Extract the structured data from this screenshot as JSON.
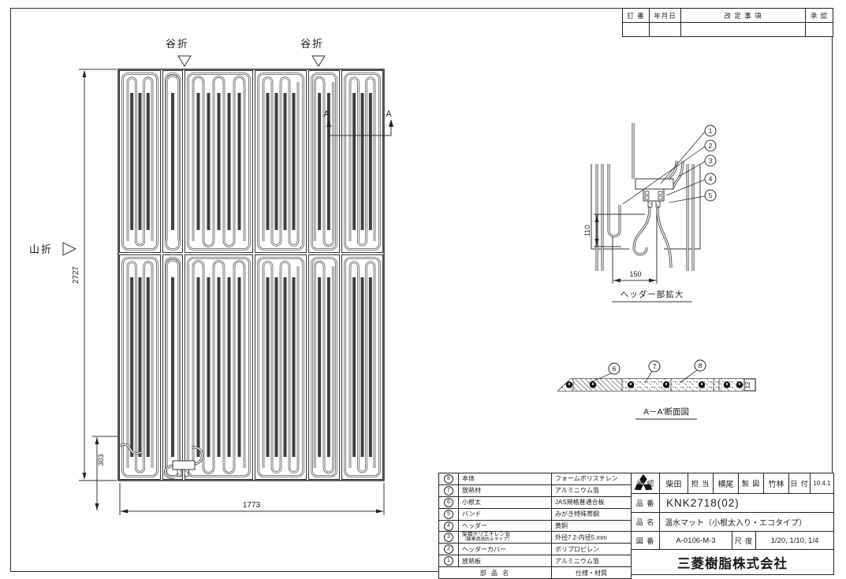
{
  "rev": {
    "c1": "訂 番",
    "c2": "年月日",
    "c3": "改 定 事 項",
    "c4": "承 認"
  },
  "mat": {
    "fold_valley_1": "谷折",
    "fold_valley_2": "谷折",
    "fold_mountain": "山折",
    "dim_height": "2727",
    "dim_width": "1773",
    "dim_offset": "303",
    "sec_a_left": "A",
    "sec_a_right": "A"
  },
  "detail": {
    "title": "ヘッダー部拡大",
    "dim_v": "110",
    "dim_h": "150",
    "c1": "1",
    "c2": "2",
    "c3": "3",
    "c4": "4",
    "c5": "5"
  },
  "section": {
    "title": "A－A'断面図",
    "dim_t": "12",
    "c6": "6",
    "c7": "7",
    "c8": "8"
  },
  "parts": {
    "rows": [
      {
        "no": "8",
        "name": "本体",
        "spec": "フォームポリスチレン"
      },
      {
        "no": "7",
        "name": "放熱材",
        "spec": "アルミニウム箔"
      },
      {
        "no": "6",
        "name": "小根太",
        "spec": "JAS規格普通合板"
      },
      {
        "no": "5",
        "name": "バンド",
        "spec": "みがき特殊帯鋼"
      },
      {
        "no": "4",
        "name": "ヘッダー",
        "spec": "黄銅"
      },
      {
        "no": "3",
        "name": "架橋ポリエチレン管",
        "name2": "（酸素透過防止タイプ）",
        "spec": "外径7.2-内径5.mm"
      },
      {
        "no": "2",
        "name": "ヘッダーカバー",
        "spec": "ポリプロピレン"
      },
      {
        "no": "1",
        "name": "放熱板",
        "spec": "アルミニウム箔"
      }
    ],
    "footer_name": "部 品 名",
    "footer_spec": "仕様・材質"
  },
  "title_block": {
    "approval_label": "承 認",
    "approval": "柴田",
    "charge_label": "担 当",
    "charge": "横尾",
    "draft_label": "製 図",
    "draft": "竹林",
    "date_label": "日 付",
    "date": "10.4.1",
    "part_no_label": "品 番",
    "part_no": "KNK2718(02)",
    "part_name_label": "品 名",
    "part_name": "温水マット（小根太入り・エコタイプ）",
    "drawing_no_label": "図 番",
    "drawing_no": "A-0106-M-3",
    "scale_label": "尺 度",
    "scale": "1/20, 1/10, 1/4",
    "company": "三菱樹脂株式会社"
  },
  "colors": {
    "line": "#2a2a2a",
    "joist": "#3f3f3f",
    "background": "#ffffff"
  }
}
